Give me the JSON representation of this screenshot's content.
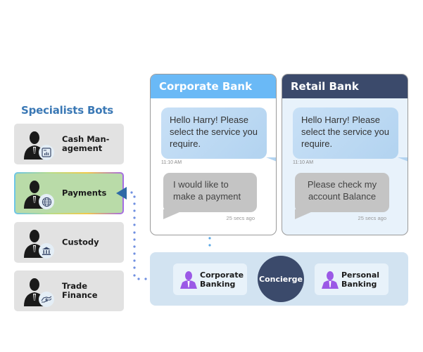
{
  "specialists": {
    "title": "Specialists Bots",
    "bots": [
      {
        "label": "Cash Man-\nagement",
        "icon": "chart-icon",
        "active": false
      },
      {
        "label": "Payments",
        "icon": "globe-icon",
        "active": true
      },
      {
        "label": "Custody",
        "icon": "bank-icon",
        "active": false
      },
      {
        "label": "Trade\nFinance",
        "icon": "handshake-money-icon",
        "active": false
      }
    ]
  },
  "panels": {
    "corporate": {
      "title": "Corporate Bank",
      "bot_message": "Hello Harry! Please select the service you require.",
      "bot_time": "11:10 AM",
      "user_message": "I would like to make a payment",
      "user_time": "25 secs ago"
    },
    "retail": {
      "title": "Retail Bank",
      "bot_message": "Hello Harry! Please select the service you require.",
      "bot_time": "11:10 AM",
      "user_message": "Please check my account Balance",
      "user_time": "25 secs ago"
    }
  },
  "concierge": {
    "center_label": "Concierge",
    "corporate_banking": "Corporate\nBanking",
    "personal_banking": "Personal\nBanking"
  },
  "colors": {
    "title_blue": "#3a78b5",
    "corporate_header": "#6ab9f6",
    "retail_header": "#3b4a6b",
    "concierge": "#3b4a6b",
    "active_bot": "#b9dba8",
    "person_purple": "#9b59e6",
    "arrow": "#2f6aa6",
    "dots": "#6f8fe0"
  }
}
